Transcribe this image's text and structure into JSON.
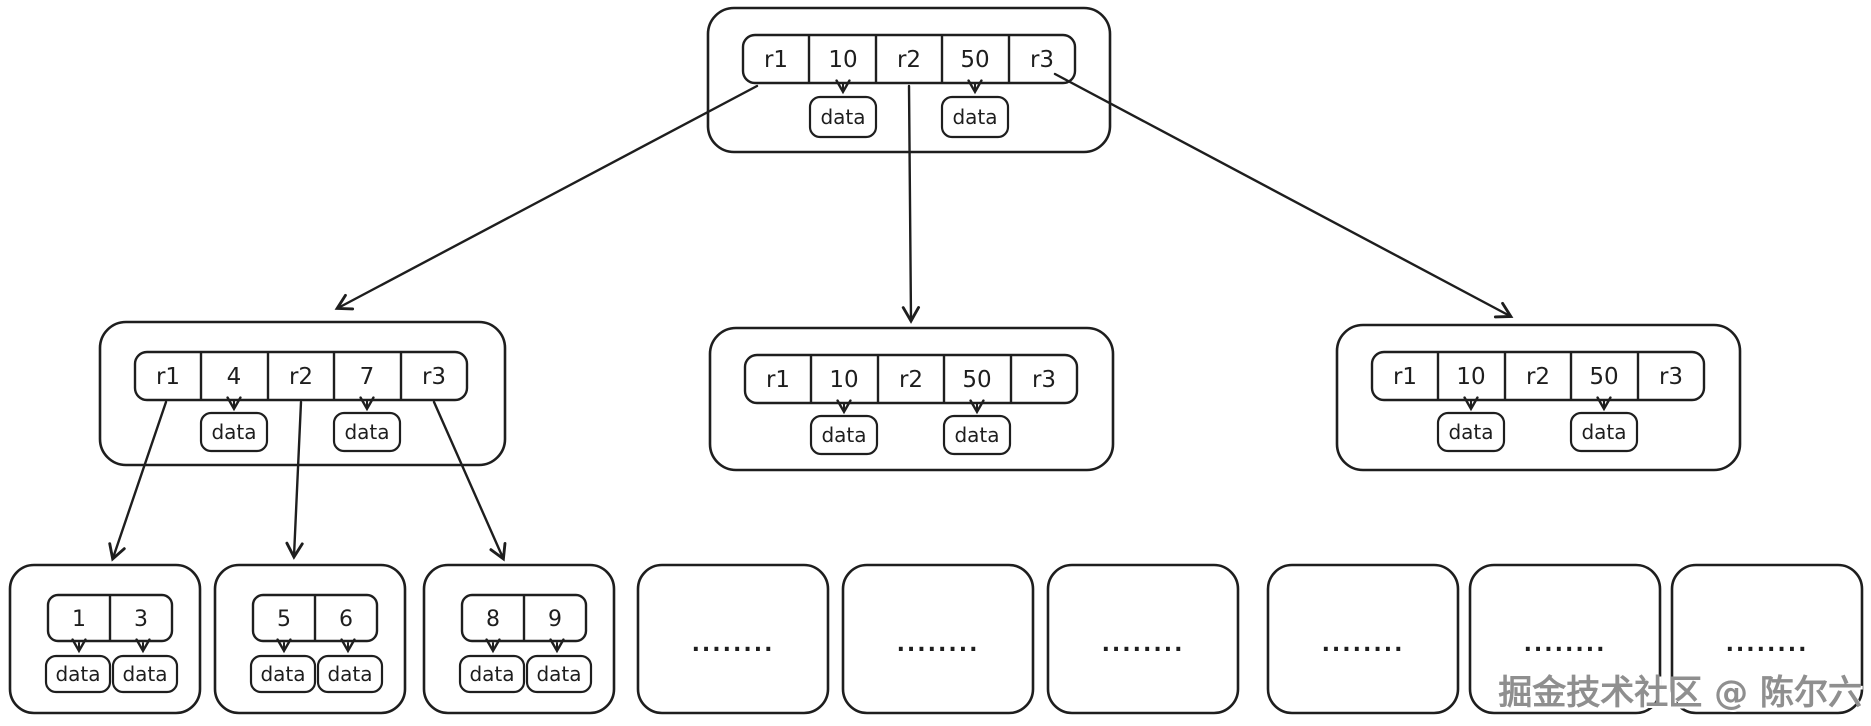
{
  "root": {
    "cells": [
      "r1",
      "10",
      "r2",
      "50",
      "r3"
    ],
    "data": [
      "data",
      "data"
    ]
  },
  "internal_left": {
    "cells": [
      "r1",
      "4",
      "r2",
      "7",
      "r3"
    ],
    "data": [
      "data",
      "data"
    ]
  },
  "internal_middle": {
    "cells": [
      "r1",
      "10",
      "r2",
      "50",
      "r3"
    ],
    "data": [
      "data",
      "data"
    ]
  },
  "internal_right": {
    "cells": [
      "r1",
      "10",
      "r2",
      "50",
      "r3"
    ],
    "data": [
      "data",
      "data"
    ]
  },
  "leaf_1": {
    "cells": [
      "1",
      "3"
    ],
    "data": [
      "data",
      "data"
    ]
  },
  "leaf_2": {
    "cells": [
      "5",
      "6"
    ],
    "data": [
      "data",
      "data"
    ]
  },
  "leaf_3": {
    "cells": [
      "8",
      "9"
    ],
    "data": [
      "data",
      "data"
    ]
  },
  "leaf_dots": "........",
  "watermark": "掘金技术社区 @ 陈尔六",
  "colors": {
    "stroke": "#1e1e1e",
    "background": "#ffffff",
    "watermark": "#8f8f8f"
  }
}
